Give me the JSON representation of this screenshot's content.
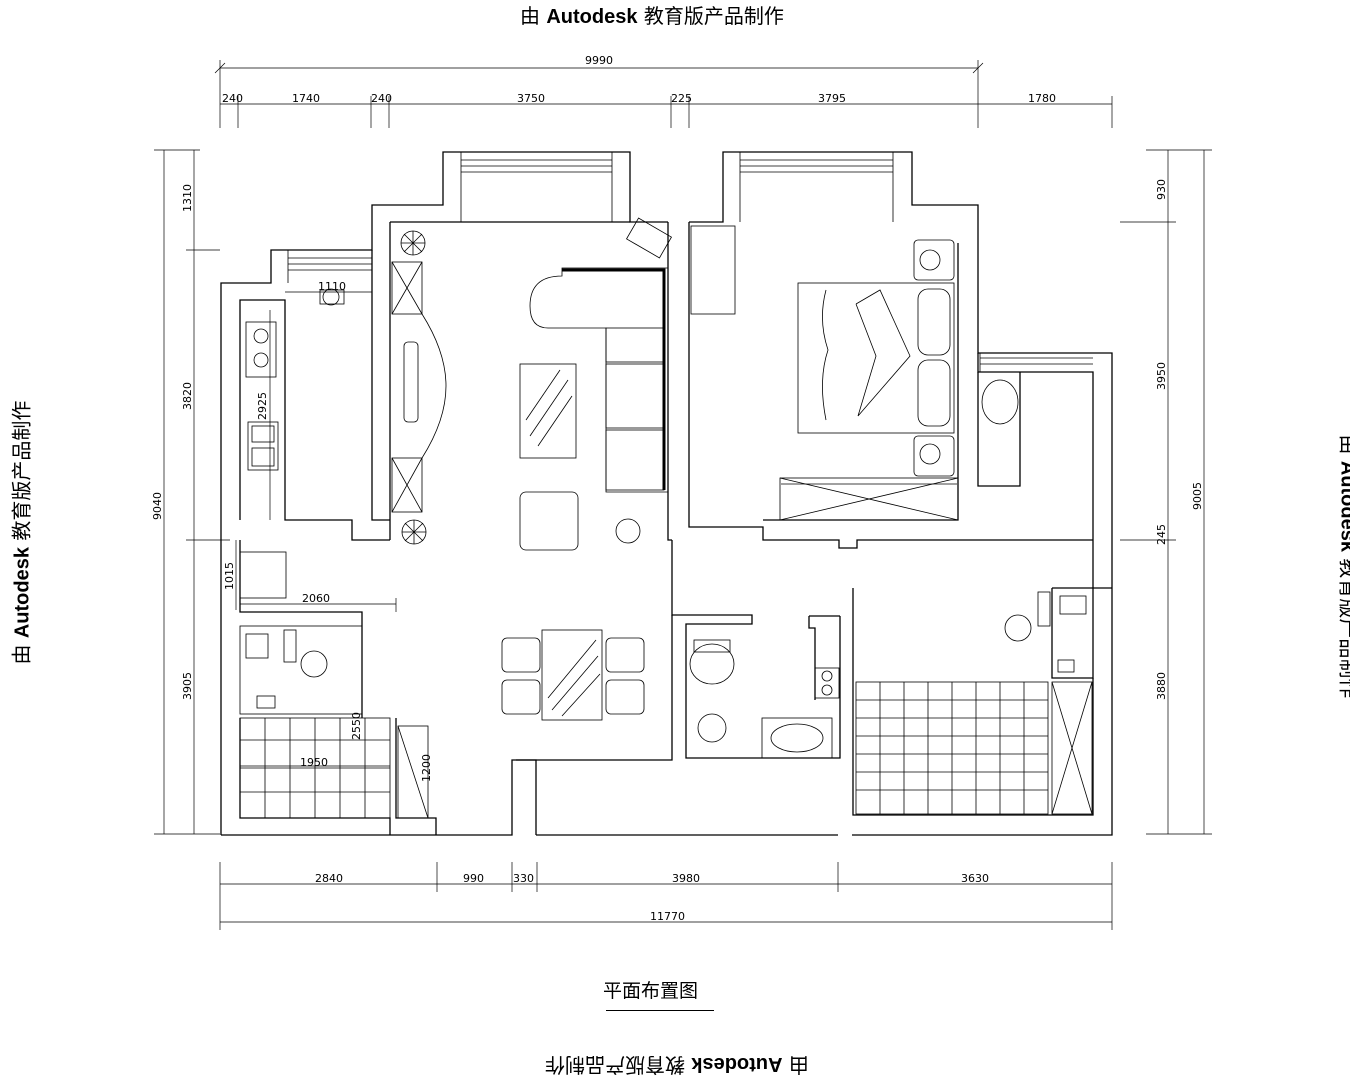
{
  "watermark": {
    "prefix": "由",
    "brand": "Autodesk",
    "suffix": "教育版产品制作"
  },
  "title": "平面布置图",
  "dimensions": {
    "top_total": "9990",
    "top": [
      "240",
      "1740",
      "240",
      "3750",
      "225",
      "3795",
      "1780"
    ],
    "bottom": [
      "2840",
      "990",
      "330",
      "3980",
      "3630"
    ],
    "bottom_total": "11770",
    "left_total": "9040",
    "left": [
      "1310",
      "3820",
      "1015",
      "3905"
    ],
    "right_total": "9005",
    "right": [
      "930",
      "3950",
      "245",
      "3880"
    ],
    "inner": [
      "1110",
      "2925",
      "2060",
      "2550",
      "1950",
      "1200"
    ]
  }
}
